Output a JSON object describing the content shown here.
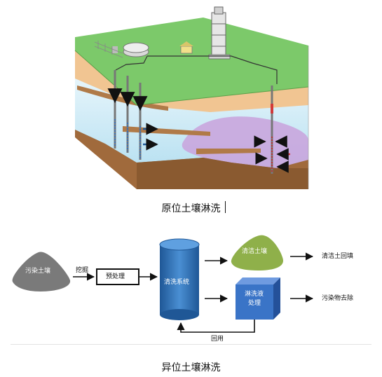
{
  "captions": {
    "in_situ": "原位土壤淋洗",
    "ex_situ": "异位土壤淋洗"
  },
  "flow": {
    "contaminated_soil": "污染土壤",
    "excavation": "挖掘",
    "pretreatment": "预处理",
    "washing_system": "清洗系统",
    "clean_soil": "清洁土壤",
    "clean_soil_backfill": "清洁土回填",
    "leachate_treatment_line1": "淋洗液",
    "leachate_treatment_line2": "处理",
    "pollutant_removal": "污染物去除",
    "recycle": "回用"
  },
  "colors": {
    "grass": "#7cc96a",
    "topsoil": "#f1c592",
    "aquifer": "#cfeaf6",
    "plume": "#c9a2dc",
    "clay": "#a06a3c",
    "tank_blue": "#2f6eb0",
    "cube_blue": "#3a74c7",
    "clean_soil_green": "#8fb04a",
    "contaminated_grey": "#7a7a7a"
  }
}
